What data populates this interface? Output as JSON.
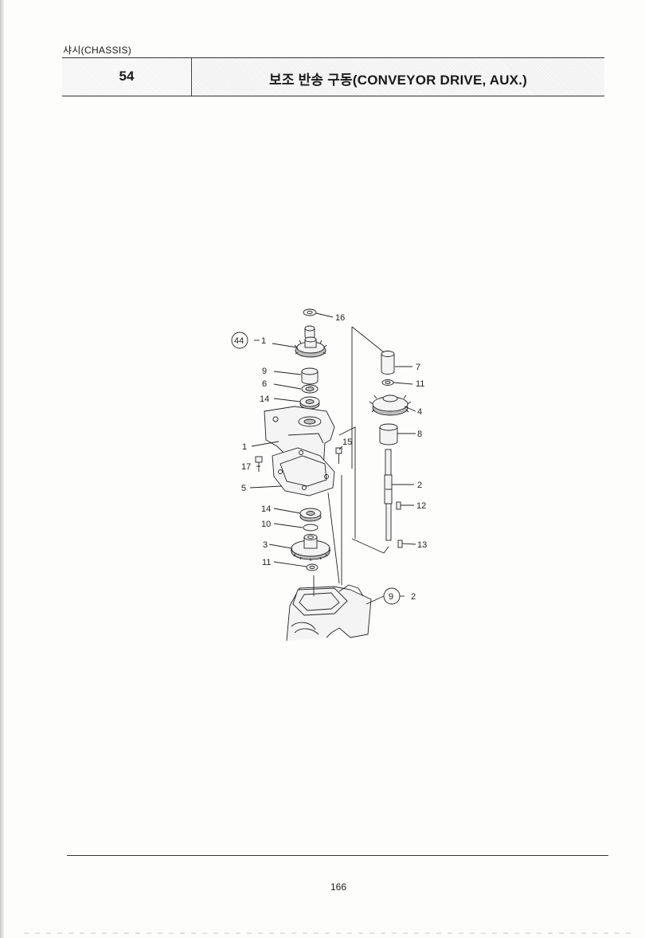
{
  "header": {
    "section": "샤시(CHASSIS)",
    "code": "54",
    "title": "보조 반송 구동(CONVEYOR DRIVE, AUX.)"
  },
  "diagram": {
    "callouts": {
      "c16": "16",
      "c44": "44",
      "c1a": "1",
      "c9": "9",
      "c6": "6",
      "c14a": "14",
      "c1b": "1",
      "c15": "15",
      "c17": "17",
      "c5": "5",
      "c14b": "14",
      "c10": "10",
      "c3": "3",
      "c11a": "11",
      "c7": "7",
      "c11b": "11",
      "c4": "4",
      "c8": "8",
      "c2": "2",
      "c12": "12",
      "c13": "13",
      "c9b": "9",
      "c2b": "2"
    }
  },
  "footer": {
    "page_number": "166"
  }
}
